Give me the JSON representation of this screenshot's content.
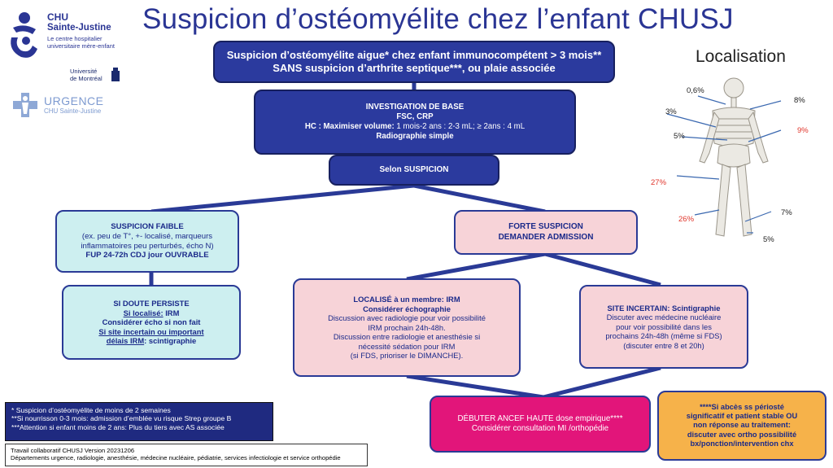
{
  "title": "Suspicion d’ostéomyélite chez l’enfant CHUSJ",
  "logos": {
    "chu_name": "CHU",
    "chu_sub": "Sainte-Justine",
    "chu_tag1": "Le centre hospitalier",
    "chu_tag2": "universitaire mère-enfant",
    "udem1": "Université",
    "udem2": "de Montréal",
    "urgence": "URGENCE",
    "urgence_sub": "CHU Sainte-Justine"
  },
  "top_box": {
    "line1": "Suspicion d’ostéomyélite aigue* chez enfant immunocompétent > 3 mois**",
    "line2": "SANS suspicion d’arthrite septique***, ou plaie associée"
  },
  "investigation": {
    "title": "INVESTIGATION DE BASE",
    "line1": "FSC, CRP",
    "line2_bold": "HC : Maximiser volume:",
    "line2_rest": " 1 mois-2 ans : 2-3 mL; ≥ 2ans : 4 mL",
    "line3": "Radiographie simple"
  },
  "selon": "Selon SUSPICION",
  "faible": {
    "title": "SUSPICION FAIBLE",
    "line1": "(ex. peu de T°, +- localisé, marqueurs",
    "line2": "inflammatoires peu perturbés, écho N)",
    "line3": "FUP 24-72h CDJ jour OUVRABLE"
  },
  "forte": {
    "line1": "FORTE SUSPICION",
    "line2": "DEMANDER ADMISSION"
  },
  "doute": {
    "title": "SI DOUTE PERSISTE",
    "line1_u": "Si localisé:",
    "line1_rest": " IRM",
    "line2": "Considérer écho si non fait",
    "line3_u": "Si site incertain ou important",
    "line4_u": "délais IRM",
    "line4_rest": ": scintigraphie"
  },
  "localise": {
    "title": "LOCALISÉ à un membre: IRM",
    "line1": "Considérer échographie",
    "line2": "Discussion avec radiologie  pour voir possibilité",
    "line3": "IRM prochain 24h-48h.",
    "line4": "Discussion entre radiologie et anesthésie si",
    "line5": "nécessité sédation pour IRM",
    "line6": "(si FDS, prioriser le DIMANCHE)."
  },
  "incertain": {
    "title": "SITE INCERTAIN: Scintigraphie",
    "line1": "Discuter avec médecine nucléaire",
    "line2": "pour voir possibilité dans les",
    "line3": "prochains 24h-48h (même si FDS)",
    "line4": "(discuter entre 8 et 20h)"
  },
  "debuter": {
    "line1": "DÉBUTER ANCEF HAUTE dose empirique****",
    "line2": "Considérer consultation MI /orthopédie"
  },
  "abces": {
    "line1": "****Si abcès ss périosté",
    "line2": "significatif et patient stable OU",
    "line3": "non réponse au traitement:",
    "line4": "discuter avec ortho possibilité",
    "line5": "bx/ponction/intervention chx"
  },
  "notes": {
    "line1": "* Suspicion d’ostéomyélite de moins de 2 semaines",
    "line2": "**Si nourrisson 0-3 mois: admission d’emblée vu risque Strep groupe B",
    "line3": "***Attention si enfant moins de 2 ans: Plus du tiers avec AS associée"
  },
  "footer": {
    "line1": "Travail collaboratif CHUSJ  Version 20231206",
    "line2": "Départements urgence, radiologie, anesthésie, médecine nucléaire, pédiatrie, services infectiologie et service orthopédie"
  },
  "localisation": {
    "title": "Localisation",
    "labels": [
      "0,6%",
      "3%",
      "5%",
      "8%",
      "9%",
      "27%",
      "26%",
      "7%",
      "5%"
    ]
  },
  "colors": {
    "navy": "#2b3a9e",
    "teal": "#cdeff0",
    "pink": "#f7d3d8",
    "magenta": "#e2157a",
    "orange": "#f6b24a",
    "red_label": "#e0352b"
  }
}
